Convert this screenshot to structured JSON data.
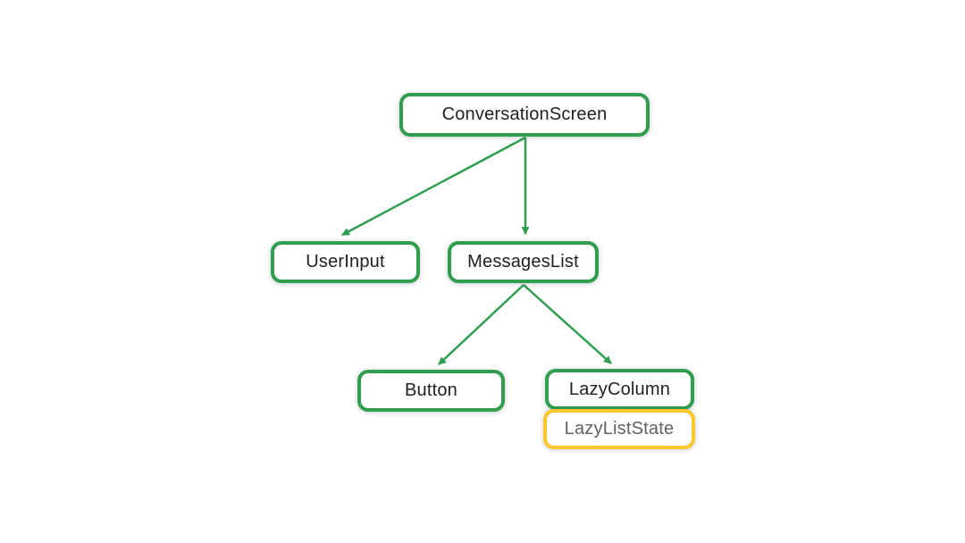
{
  "diagram": {
    "type": "tree",
    "nodes": [
      {
        "id": "conversation-screen",
        "label": "ConversationScreen",
        "style": "green"
      },
      {
        "id": "user-input",
        "label": "UserInput",
        "style": "green"
      },
      {
        "id": "messages-list",
        "label": "MessagesList",
        "style": "green"
      },
      {
        "id": "button",
        "label": "Button",
        "style": "green"
      },
      {
        "id": "lazy-column",
        "label": "LazyColumn",
        "style": "green"
      },
      {
        "id": "lazy-list-state",
        "label": "LazyListState",
        "style": "yellow"
      }
    ],
    "edges": [
      {
        "from": "ConversationScreen",
        "to": "UserInput"
      },
      {
        "from": "ConversationScreen",
        "to": "MessagesList"
      },
      {
        "from": "MessagesList",
        "to": "Button"
      },
      {
        "from": "MessagesList",
        "to": "LazyColumn"
      }
    ],
    "colors": {
      "node_border_green": "#2F9E4F",
      "node_border_yellow": "#FCC62D",
      "arrow": "#2F9E4F",
      "text_dark": "#202124",
      "text_gray": "#5F6368",
      "background": "#FFFFFF"
    }
  }
}
